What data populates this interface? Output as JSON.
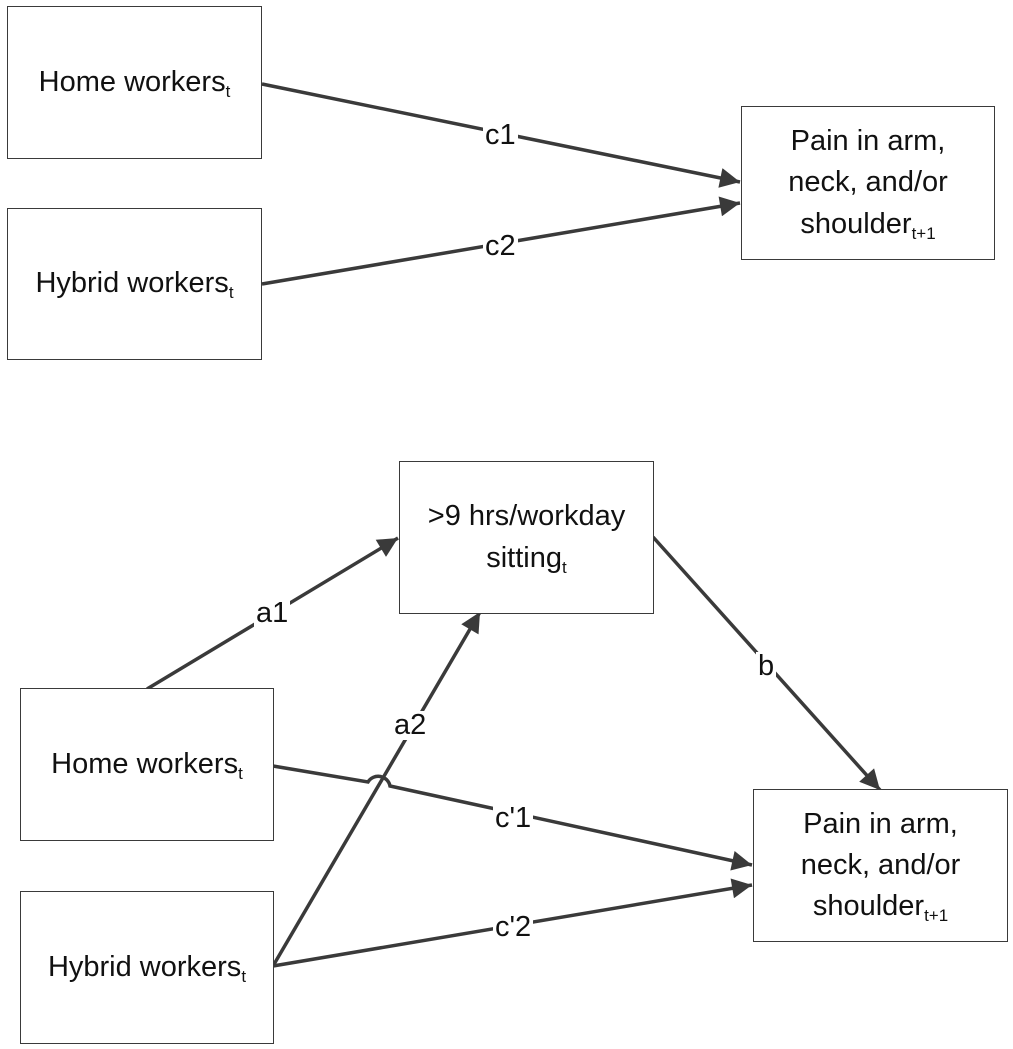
{
  "top_model": {
    "home": {
      "text": "Home workers",
      "sub": "t"
    },
    "hybrid": {
      "text": "Hybrid workers",
      "sub": "t"
    },
    "outcome": {
      "line1": "Pain in arm,",
      "line2": "neck, and/or",
      "line3": "shoulder",
      "sub": "t+1"
    },
    "paths": {
      "c1": "c1",
      "c2": "c2"
    }
  },
  "bottom_model": {
    "mediator": {
      "line1": ">9 hrs/workday",
      "line2": "sitting",
      "sub": "t"
    },
    "home": {
      "text": "Home workers",
      "sub": "t"
    },
    "hybrid": {
      "text": "Hybrid workers",
      "sub": "t"
    },
    "outcome": {
      "line1": "Pain in arm,",
      "line2": "neck, and/or",
      "line3": "shoulder",
      "sub": "t+1"
    },
    "paths": {
      "a1": "a1",
      "a2": "a2",
      "b": "b",
      "c1": "c'1",
      "c2": "c'2"
    }
  }
}
